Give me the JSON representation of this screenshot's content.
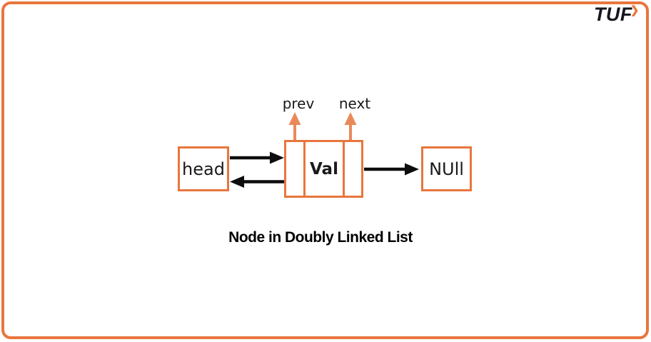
{
  "colors": {
    "border_orange": "#E8763D",
    "arrow_orange": "#E9895A",
    "arrow_black": "#0d0d0d",
    "text_black": "#1a1a1a",
    "logo_dark": "#17171f",
    "background": "#ffffff"
  },
  "logo": {
    "text": "TUF",
    "chevron": "❯"
  },
  "diagram": {
    "head_box": {
      "label": "head"
    },
    "node_box": {
      "value_label": "Val"
    },
    "null_box": {
      "label": "NUll"
    },
    "pointer_labels": {
      "prev": "prev",
      "next": "next"
    },
    "caption": "Node in Doubly Linked List"
  }
}
